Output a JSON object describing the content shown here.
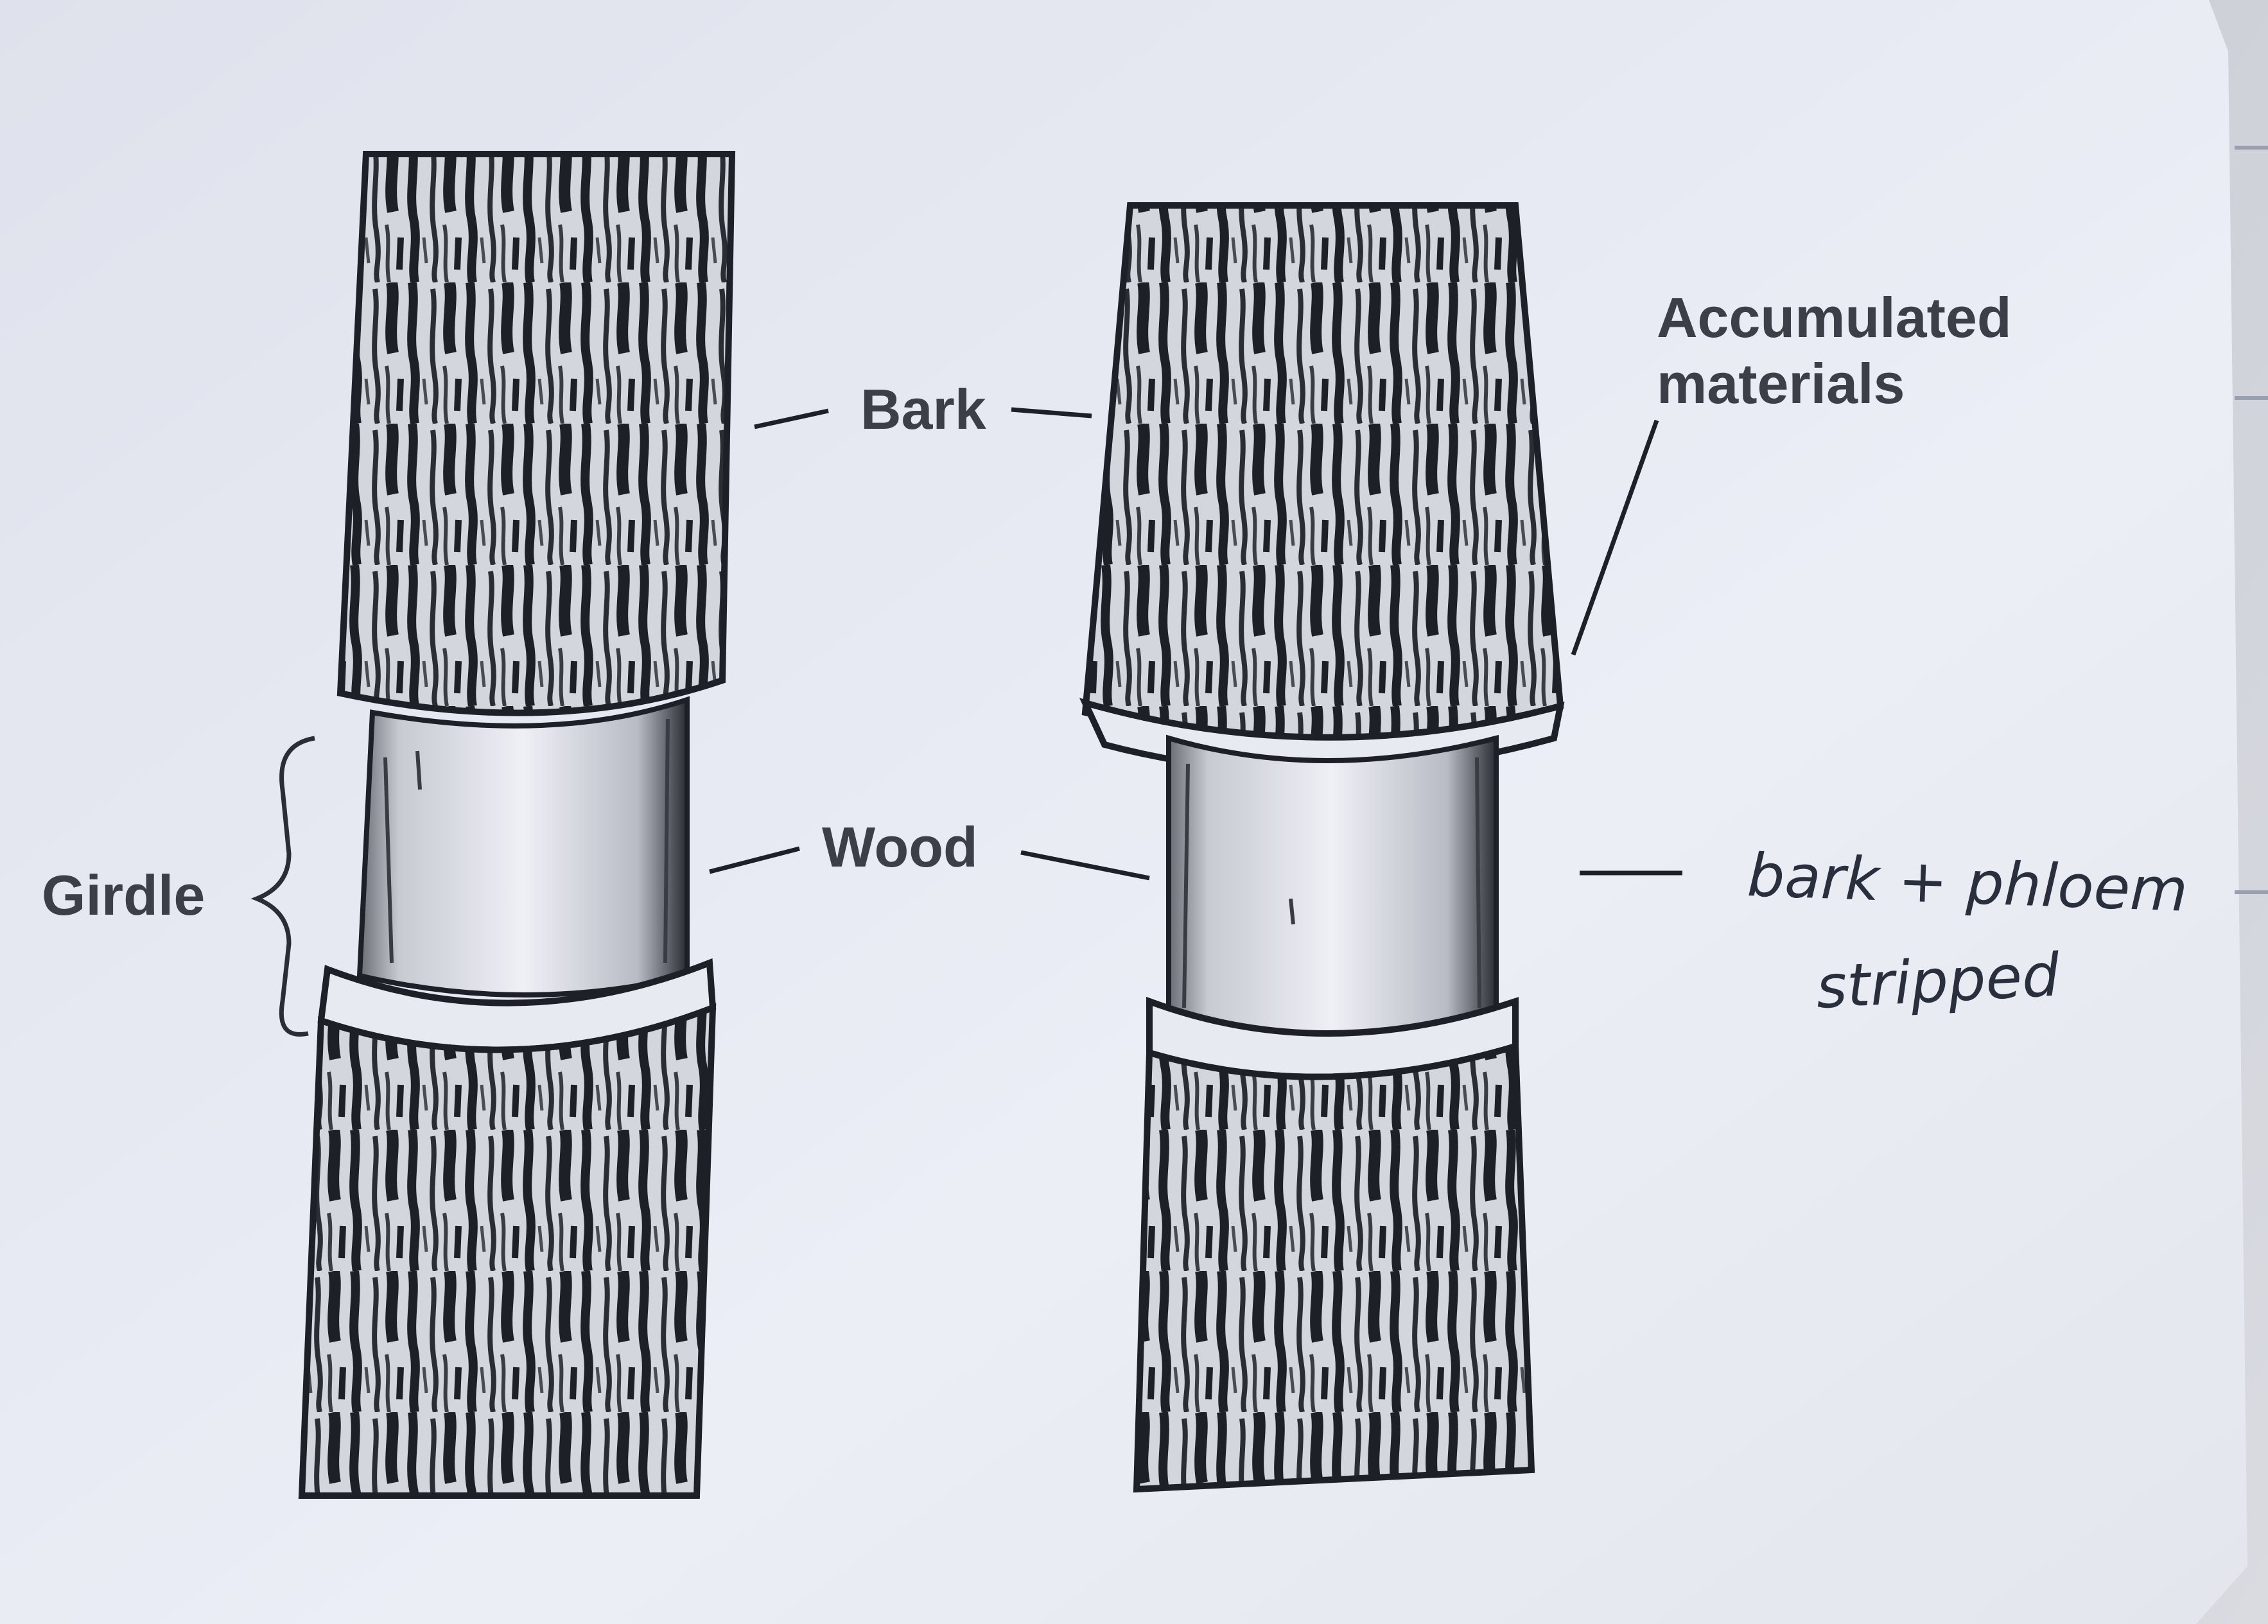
{
  "labels": {
    "bark": "Bark",
    "wood": "Wood",
    "girdle": "Girdle",
    "accumulated_line1": "Accumulated",
    "accumulated_line2": "materials"
  },
  "handwritten_note": {
    "line1": "bark + phloem",
    "line2": "stripped"
  },
  "colors": {
    "paper": "#e6e8f2",
    "ink": "#1e2028",
    "label": "#3c3f48"
  }
}
